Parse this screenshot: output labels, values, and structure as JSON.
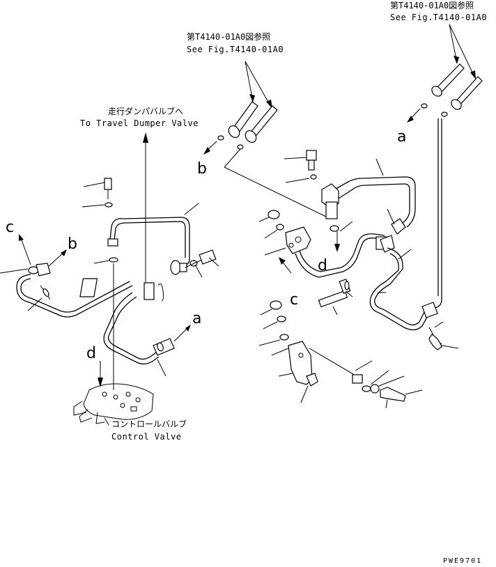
{
  "labels": {
    "ref_top_right_jp": "第T4140-01A0図参照",
    "ref_top_right_en": "See Fig.T4140-01A0",
    "ref_top_mid_jp": "第T4140-01A0図参照",
    "ref_top_mid_en": "See Fig.T4140-01A0",
    "travel_jp": "走行ダンパバルブへ",
    "travel_en": "To Travel Dumper Valve",
    "control_jp": "コントロールバルブ",
    "control_en": "Control Valve",
    "drawing_code": "PWE9701"
  },
  "refs": {
    "a1": "a",
    "a2": "a",
    "b1": "b",
    "b2": "b",
    "c1": "c",
    "c2": "c",
    "d1": "d",
    "d2": "d"
  },
  "colors": {
    "line": "#000000",
    "background": "#ffffff"
  }
}
